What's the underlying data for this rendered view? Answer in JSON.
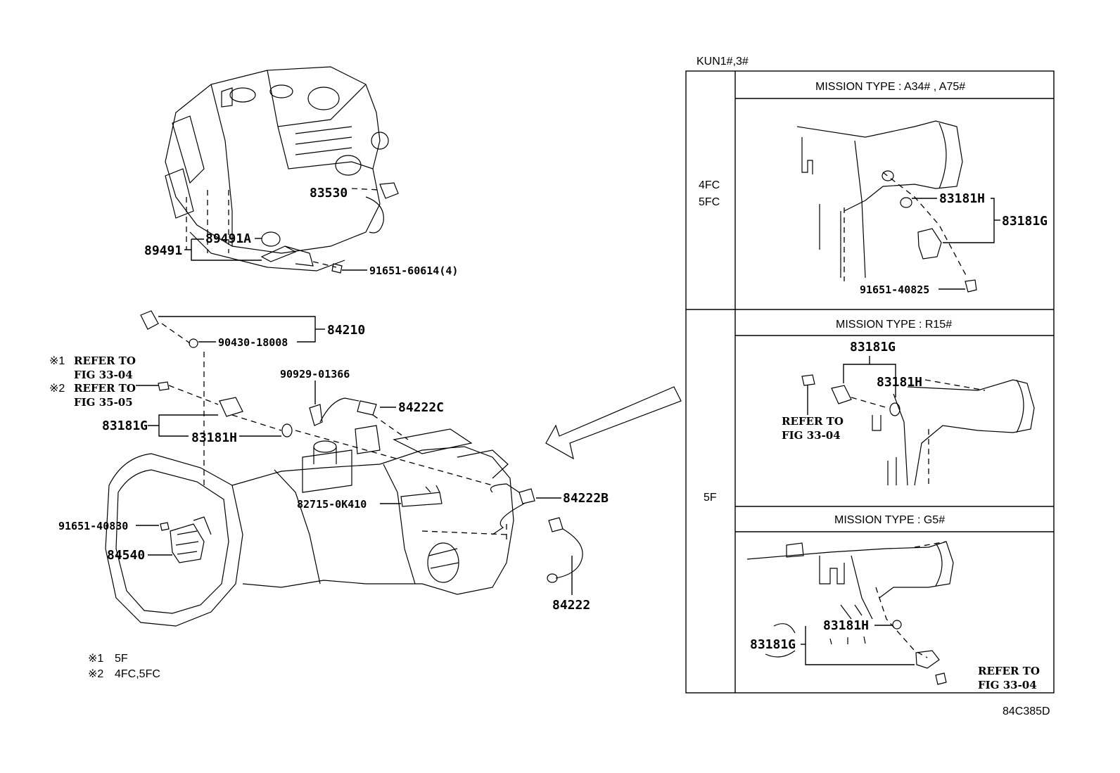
{
  "figure_code": "84C385D",
  "applicability": "KUN1#,3#",
  "table": {
    "rows": [
      {
        "variant": [
          "4FC",
          "5FC"
        ],
        "missions": [
          "MISSION TYPE  : A34# , A75#"
        ]
      },
      {
        "variant": [
          "5F"
        ],
        "missions": [
          "MISSION TYPE : R15#",
          "MISSION TYPE : G5#"
        ]
      }
    ]
  },
  "engine_parts": [
    "83530",
    "89491",
    "89491A",
    "91651-60614(4)"
  ],
  "transmission_parts": [
    "84210",
    "90430-18008",
    "90929-01366",
    "84222C",
    "83181G",
    "83181H",
    "82715-0K410",
    "84222B",
    "91651-40830",
    "84540",
    "84222"
  ],
  "references": {
    "ref1_mark": "※1",
    "ref1_line1": "REFER TO",
    "ref1_line2": "FIG 33-04",
    "ref2_mark": "※2",
    "ref2_line1": "REFER TO",
    "ref2_line2": "FIG 35-05"
  },
  "footnotes": [
    {
      "mark": "※1",
      "text": "5F"
    },
    {
      "mark": "※2",
      "text": "4FC,5FC"
    }
  ],
  "panel_a34": {
    "parts": [
      "83181H",
      "83181G",
      "91651-40825"
    ]
  },
  "panel_r15": {
    "parts": [
      "83181G",
      "83181H"
    ],
    "ref_line1": "REFER TO",
    "ref_line2": "FIG 33-04"
  },
  "panel_g5": {
    "parts": [
      "83181H",
      "83181G"
    ],
    "ref_line1": "REFER TO",
    "ref_line2": "FIG 33-04"
  }
}
